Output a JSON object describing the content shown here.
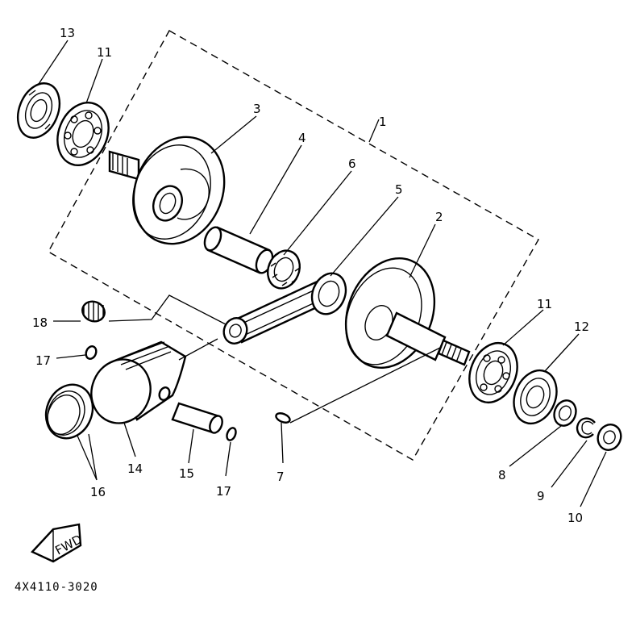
{
  "diagram": {
    "parts": [
      {
        "ref": "1",
        "role": "crankshaft-assembly"
      },
      {
        "ref": "2",
        "role": "crank-right"
      },
      {
        "ref": "3",
        "role": "crank-left"
      },
      {
        "ref": "4",
        "role": "crank-pin"
      },
      {
        "ref": "5",
        "role": "connecting-rod"
      },
      {
        "ref": "6",
        "role": "big-end-bearing"
      },
      {
        "ref": "7",
        "role": "key"
      },
      {
        "ref": "8",
        "role": "washer"
      },
      {
        "ref": "9",
        "role": "lock-washer"
      },
      {
        "ref": "10",
        "role": "nut"
      },
      {
        "ref": "11",
        "role": "bearing-left"
      },
      {
        "ref": "11",
        "role": "bearing-right"
      },
      {
        "ref": "12",
        "role": "oil-seal-right"
      },
      {
        "ref": "13",
        "role": "oil-seal-left"
      },
      {
        "ref": "14",
        "role": "piston"
      },
      {
        "ref": "15",
        "role": "piston-pin"
      },
      {
        "ref": "16",
        "role": "piston-ring-set"
      },
      {
        "ref": "17",
        "role": "clip-left"
      },
      {
        "ref": "17",
        "role": "clip-right"
      },
      {
        "ref": "18",
        "role": "small-end-bearing"
      }
    ],
    "direction_badge": "FWD",
    "drawing_code": "4X4110-3020"
  }
}
